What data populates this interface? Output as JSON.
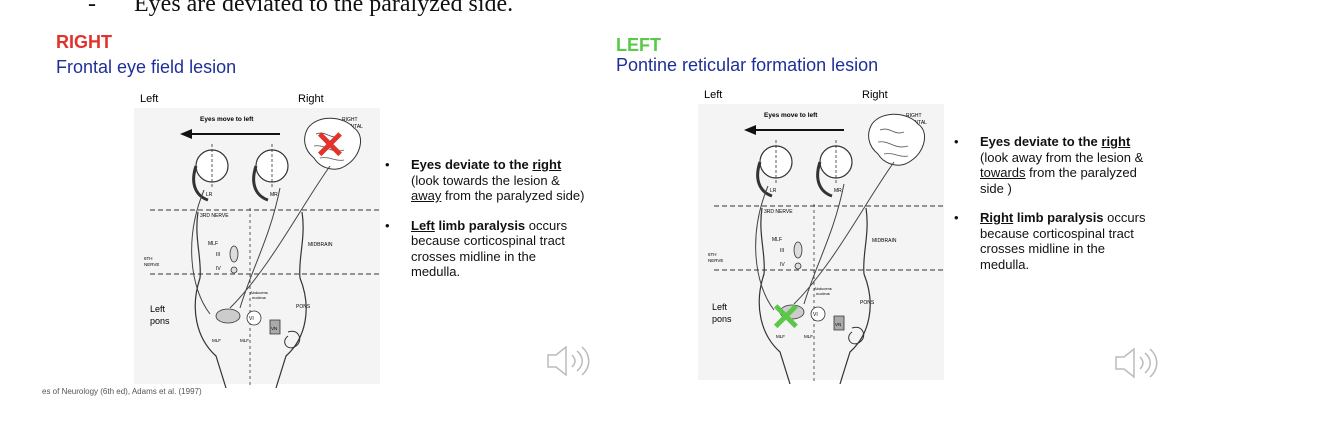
{
  "top_line": {
    "dash": "-",
    "text": "Eyes are deviated to the paralyzed side."
  },
  "colors": {
    "right_title": "#e0332c",
    "left_title": "#5bc84a",
    "lesion_blue": "#1f2f99",
    "x_red": "#e0332c",
    "x_green": "#5bc84a"
  },
  "right_panel": {
    "side_title": "RIGHT",
    "lesion_title": "Frontal eye field lesion",
    "figure": {
      "left_label": "Left",
      "right_label": "Right",
      "arrow_label": "Eyes move to left",
      "frontal_label_1": "RIGHT",
      "frontal_label_2": "FRONTAL",
      "lr": "LR",
      "mr": "MR",
      "third_nerve": "3RD NERVE",
      "mlf": "MLF",
      "iii": "III",
      "iv": "IV",
      "midbrain": "MIDBRAIN",
      "sixth_1": "6TH",
      "sixth_2": "NERVE",
      "abducens_1": "Abducens",
      "abducens_2": "nucleus",
      "pons": "PONS",
      "left_pons_1": "Left",
      "left_pons_2": "pons",
      "vi": "VI",
      "vn": "VN",
      "mlf_bottom_1": "MLF",
      "mlf_bottom_2": "MLF",
      "lesion_mark": "✕",
      "lesion_mark_icon": "red-x-icon"
    },
    "bullet1": {
      "bold_pre": "Eyes deviate to the ",
      "bold_under": "right",
      "line2": "(look towards the lesion &",
      "line3_under": "away",
      "line3_rest": " from the paralyzed side)"
    },
    "bullet2": {
      "bold_under": "Left",
      "bold_rest": " limb paralysis",
      "rest1": " occurs",
      "line2": "because corticospinal tract",
      "line3": "crosses midline in the",
      "line4": "medulla."
    },
    "speaker_icon": "speaker-icon",
    "citation": "es of Neurology (6th ed), Adams et al. (1997)"
  },
  "left_panel": {
    "side_title": "LEFT",
    "lesion_title": "Pontine reticular formation lesion",
    "figure": {
      "left_label": "Left",
      "right_label": "Right",
      "arrow_label": "Eyes move to left",
      "frontal_label_1": "RIGHT",
      "frontal_label_2": "FRONTAL",
      "lr": "LR",
      "mr": "MR",
      "third_nerve": "3RD NERVE",
      "mlf": "MLF",
      "iii": "III",
      "iv": "IV",
      "midbrain": "MIDBRAIN",
      "sixth_1": "6TH",
      "sixth_2": "NERVE",
      "abducens_1": "Abducens",
      "abducens_2": "nucleus",
      "pons": "PONS",
      "left_pons_1": "Left",
      "left_pons_2": "pons",
      "vi": "VI",
      "vn": "VN",
      "mlf_bottom_1": "MLF",
      "mlf_bottom_2": "MLF",
      "lesion_mark": "✕",
      "lesion_mark_icon": "green-x-icon"
    },
    "bullet1": {
      "bold_pre": "Eyes deviate to the ",
      "bold_under": "right",
      "line2": "(look away from the lesion &",
      "line3_under": "towards",
      "line3_rest": " from the paralyzed",
      "line4": "side )"
    },
    "bullet2": {
      "bold_under": "Right",
      "bold_rest": " limb paralysis",
      "rest1": " occurs",
      "line2": "because corticospinal tract",
      "line3": "crosses midline in the",
      "line4": "medulla."
    },
    "speaker_icon": "speaker-icon"
  }
}
